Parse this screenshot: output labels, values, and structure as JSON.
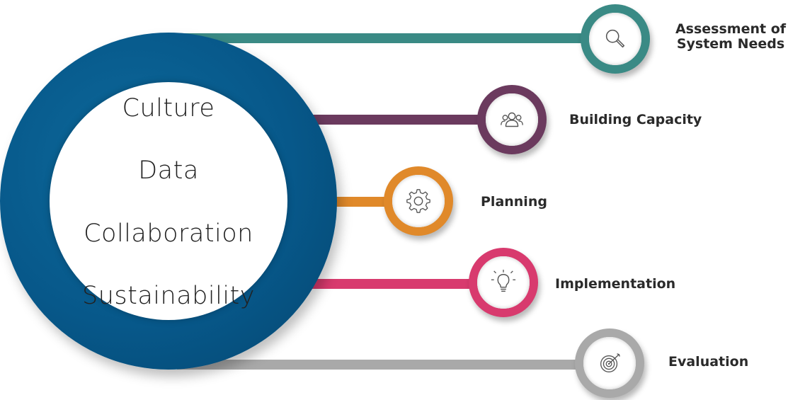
{
  "core": {
    "words": [
      "Culture",
      "Data",
      "Collaboration",
      "Sustainability"
    ]
  },
  "colors": {
    "ring": "#07588a",
    "assessment": "#3a8a85",
    "capacity": "#6b3a5e",
    "planning": "#e0892a",
    "implementation": "#d83a6e",
    "evaluation": "#a9a9a9"
  },
  "steps": [
    {
      "label": "Assessment of System Needs",
      "line1": "Assessment of",
      "line2": "System Needs",
      "icon": "search-icon",
      "color": "#3a8a85"
    },
    {
      "label": "Building Capacity",
      "line1": "Building Capacity",
      "icon": "people-icon",
      "color": "#6b3a5e"
    },
    {
      "label": "Planning",
      "line1": "Planning",
      "icon": "gear-icon",
      "color": "#e0892a"
    },
    {
      "label": "Implementation",
      "line1": "Implementation",
      "icon": "lightbulb-icon",
      "color": "#d83a6e"
    },
    {
      "label": "Evaluation",
      "line1": "Evaluation",
      "icon": "target-icon",
      "color": "#a9a9a9"
    }
  ]
}
